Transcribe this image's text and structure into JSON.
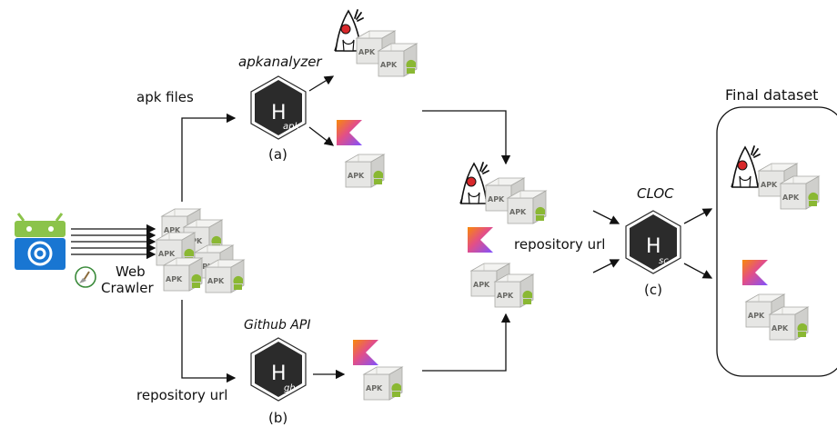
{
  "labels": {
    "apk_files": "apk files",
    "apkanalyzer": "apkanalyzer",
    "step_a": "(a)",
    "step_b": "(b)",
    "step_c": "(c)",
    "web": "Web",
    "crawler": "Crawler",
    "github_api": "Github API",
    "repository_url_bottom": "repository url",
    "repository_url_mid": "repository url",
    "cloc": "CLOC",
    "final_dataset": "Final dataset"
  },
  "hex_badges": {
    "a": {
      "letter": "H",
      "sub": "apk"
    },
    "b": {
      "letter": "H",
      "sub": "gh"
    },
    "c": {
      "letter": "H",
      "sub": "sc"
    }
  },
  "apk_box_text": "APK",
  "colors": {
    "box_face": "#e6e6e4",
    "box_side": "#cfcfcc",
    "box_top": "#f3f3f1",
    "android_green": "#8ab833",
    "fdroid_blue": "#1976d2",
    "fdroid_green": "#8bc34a",
    "kotlin_orange": "#f88909",
    "kotlin_purple": "#7f52ff",
    "duke_red": "#d8282b",
    "hex_dark": "#2b2b2b"
  },
  "icons": [
    "fdroid-icon",
    "crawler-broom-icon",
    "apk-box-icon",
    "java-duke-icon",
    "kotlin-icon",
    "hex-badge-icon"
  ]
}
